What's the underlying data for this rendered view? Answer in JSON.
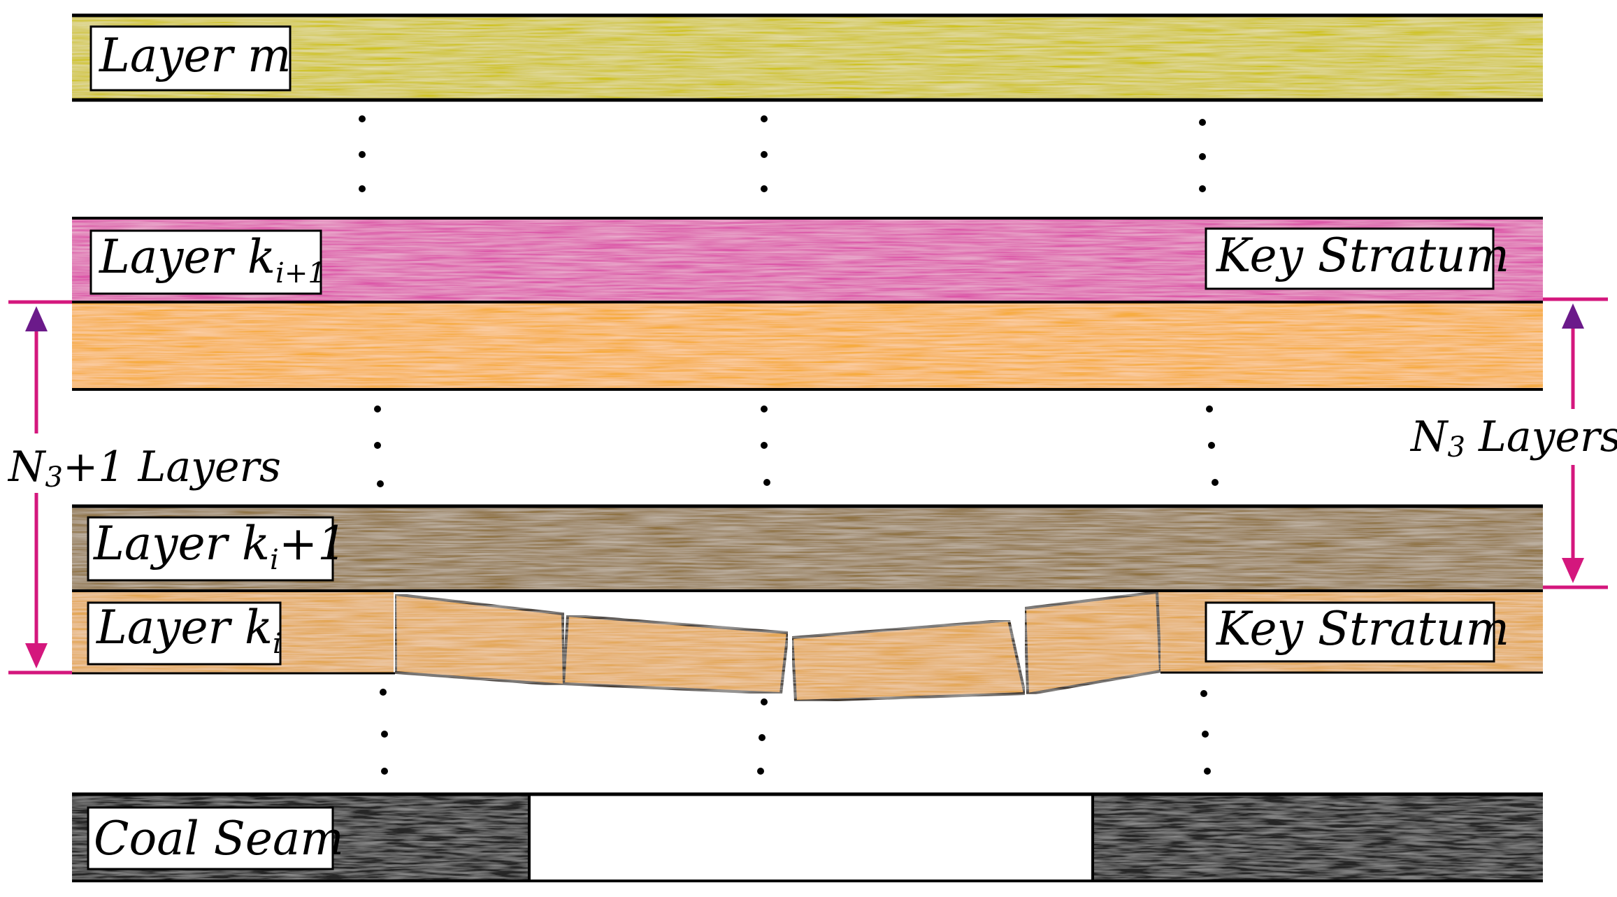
{
  "layers": {
    "layer_m": {
      "label": "Layer m",
      "color": "#cfc31a"
    },
    "layer_ki1": {
      "label": "Layer k",
      "sub": "i+1",
      "color": "#dc54a8"
    },
    "orange_layer": {
      "color": "#f7ab3c"
    },
    "layer_ki_plus_1": {
      "label": "Layer k",
      "sub": "i",
      "suffix": "+1",
      "color": "#8e7140"
    },
    "layer_ki": {
      "label": "Layer k",
      "sub": "i",
      "color": "#e3a653"
    },
    "coal_seam": {
      "label": "Coal Seam",
      "color": "#262626"
    }
  },
  "key_stratum_upper": "Key Stratum",
  "key_stratum_lower": "Key Stratum",
  "left_span": {
    "prefix": "N",
    "sub": "3",
    "suffix": "+1 Layers",
    "color": "#d4177d",
    "arrow_color": "#6b1a8a"
  },
  "right_span": {
    "prefix": "N",
    "sub": "3",
    "suffix": " Layers",
    "color": "#d4177d",
    "arrow_color": "#6b1a8a"
  }
}
